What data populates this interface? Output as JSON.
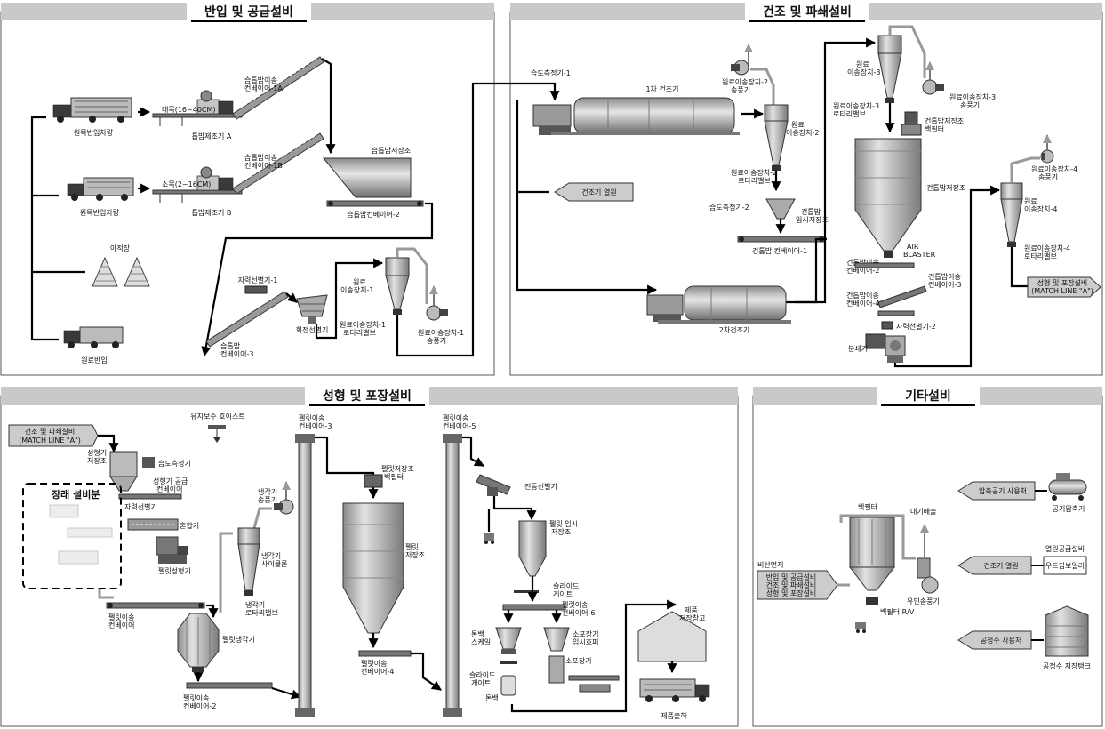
{
  "sections": {
    "intake": "반입 및 공급설비",
    "drying": "건조 및 파쇄설비",
    "forming": "성형 및 포장설비",
    "other": "기타설비"
  },
  "labels": {
    "truck1": "원목반입차량",
    "truck2": "원목반입차량",
    "yard": "야적장",
    "truck3": "원료반입",
    "log_big": "대목(16~40CM)",
    "log_small": "소목(2~16CM)",
    "chipper_a": "톱밥제조기 A",
    "chipper_b": "톱밥제조기 B",
    "conv1a_1": "습톱밥이송",
    "conv1a_2": "컨베이어-1A",
    "conv1b_1": "습톱밥이송",
    "conv1b_2": "컨베이어-1B",
    "wet_silo": "습톱밥저장조",
    "conv2": "습톱밥컨베이어-2",
    "magsep1": "자력선별기-1",
    "rot_sep": "회전선별기",
    "conv3_1": "습톱밥",
    "conv3_2": "컨베이어-3",
    "feed1_1": "원료",
    "feed1_2": "이송장치-1",
    "rv1_1": "원료이송장치-1",
    "rv1_2": "로타리밸브",
    "fan1_1": "원료이송장치-1",
    "fan1_2": "송풍기",
    "moist1": "습도측정기-1",
    "dryer1": "1차 건조기",
    "fan2_1": "원료이송장치-2",
    "fan2_2": "송풍기",
    "feed2_1": "원료",
    "feed2_2": "이송장치-2",
    "rv2_1": "원료이송장치-2",
    "rv2_2": "로타리밸브",
    "heat_dryer": "건조기 열원",
    "moist2": "습도측정기-2",
    "drybuf_1": "건톱밥",
    "drybuf_2": "임시저장조",
    "dryconv1": "건톱밥 컨베이어-1",
    "dryer2": "2차건조기",
    "feed3_1": "원료",
    "feed3_2": "이송장치-3",
    "fan3_1": "원료이송장치-3",
    "fan3_2": "송풍기",
    "rv3_1": "원료이송장치-3",
    "rv3_2": "로타리밸브",
    "bf_1": "건톱밥저장조",
    "bf_2": "백필터",
    "dry_silo": "건톱밥저장조",
    "air_1": "AIR",
    "air_2": "BLASTER",
    "dconv2_1": "건톱밥이송",
    "dconv2_2": "컨베이어-2",
    "dconv3_1": "건톱밥이송",
    "dconv3_2": "컨베이어-3",
    "dconv4_1": "건톱밥이송",
    "dconv4_2": "컨베이어-4",
    "magsep2": "자력선별기-2",
    "crusher": "분쇄기",
    "fan4_1": "원료이송장치-4",
    "fan4_2": "송풍기",
    "feed4_1": "원료",
    "feed4_2": "이송장치-4",
    "rv4_1": "원료이송장치-4",
    "rv4_2": "로타리밸브",
    "match_out_1": "성형 및 포장설비",
    "match_out_2": "(MATCH LINE \"A\")",
    "match_in_1": "건조 및 파쇄설비",
    "match_in_2": "(MATCH LINE \"A\")",
    "hoist": "유지보수 호이스트",
    "fs_1": "성형기",
    "fs_2": "저장조",
    "moist3": "습도측정기",
    "fsc_1": "성형기 공급",
    "fsc_2": "컨베이어",
    "magsep3": "자력선별기",
    "mixer": "혼합기",
    "pellet_mill": "펠릿성형기",
    "future": "장래 설비분",
    "pconv1_1": "펠릿이송",
    "pconv1_2": "컨베이어",
    "cfan_1": "냉각기",
    "cfan_2": "송풍기",
    "ccyc_1": "냉각기",
    "ccyc_2": "사이클론",
    "crv_1": "냉각기",
    "crv_2": "로타리밸브",
    "cooler": "펠릿냉각기",
    "pconv2_1": "펠릿이송",
    "pconv2_2": "컨베이어-2",
    "pconv3_1": "펠릿이송",
    "pconv3_2": "컨베이어-3",
    "psbf_1": "펠릿저장조",
    "psbf_2": "백필터",
    "psilo_1": "펠릿",
    "psilo_2": "저장조",
    "pconv4_1": "펠릿이송",
    "pconv4_2": "컨베이어-4",
    "pconv5_1": "펠릿이송",
    "pconv5_2": "컨베이어-5",
    "vib": "진동선별기",
    "ptemp_1": "펠릿 임시",
    "ptemp_2": "저장조",
    "slide1_1": "슬라이드",
    "slide1_2": "게이트",
    "pconv6_1": "펠릿이송",
    "pconv6_2": "컨베이어-6",
    "ton_1": "톤백",
    "ton_2": "스케일",
    "small_1": "소포장기",
    "small_2": "임시호퍼",
    "slide2_1": "슬라이드",
    "slide2_2": "게이트",
    "packer": "소포장기",
    "tonbag": "톤백",
    "wh_1": "제품",
    "wh_2": "저장창고",
    "ship": "제품출하",
    "o_bf": "백필터",
    "o_exhaust": "대기배출",
    "o_bfrv": "백필터 R/V",
    "o_fan": "유인송풍기",
    "o_dust": "비산먼지",
    "o_src1": "반입 및 공급설비",
    "o_src2": "건조 및 파쇄설비",
    "o_src3": "성형 및 포장설비",
    "o_air_use": "압축공기 사용처",
    "o_comp": "공기압축기",
    "o_heat_supply": "열원공급설비",
    "o_heat_use": "건조기 열원",
    "o_boiler": "우드칩보일러",
    "o_water_use": "공정수 사용처",
    "o_tank": "공정수 저장탱크"
  },
  "colors": {
    "header_bar": "#c9c9c9",
    "flow_line": "#000000",
    "equipment": "#c4c4c4"
  },
  "icons": {
    "truck": "dump-truck-icon",
    "fan": "blower-fan-icon",
    "cyclone": "cyclone-separator-icon",
    "silo": "storage-silo-icon",
    "drum": "rotary-drum-dryer-icon"
  }
}
